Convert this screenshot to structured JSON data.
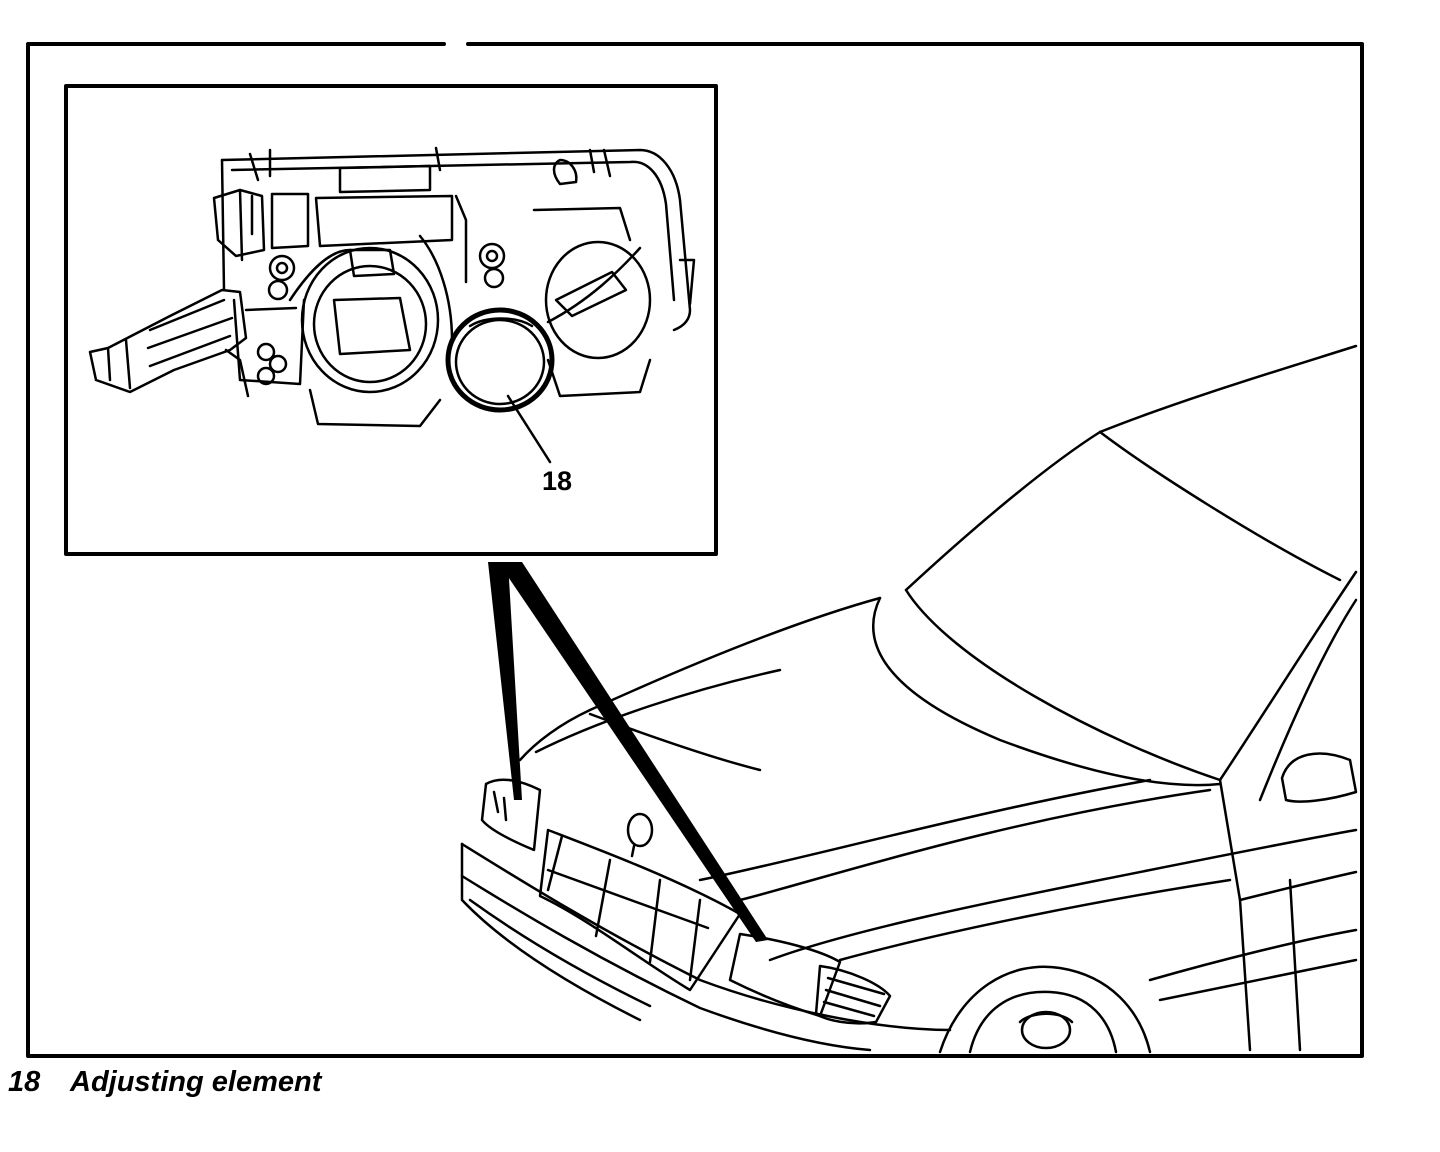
{
  "callout": {
    "number": "18"
  },
  "legend": [
    {
      "number": "18",
      "text": "Adjusting element"
    }
  ]
}
